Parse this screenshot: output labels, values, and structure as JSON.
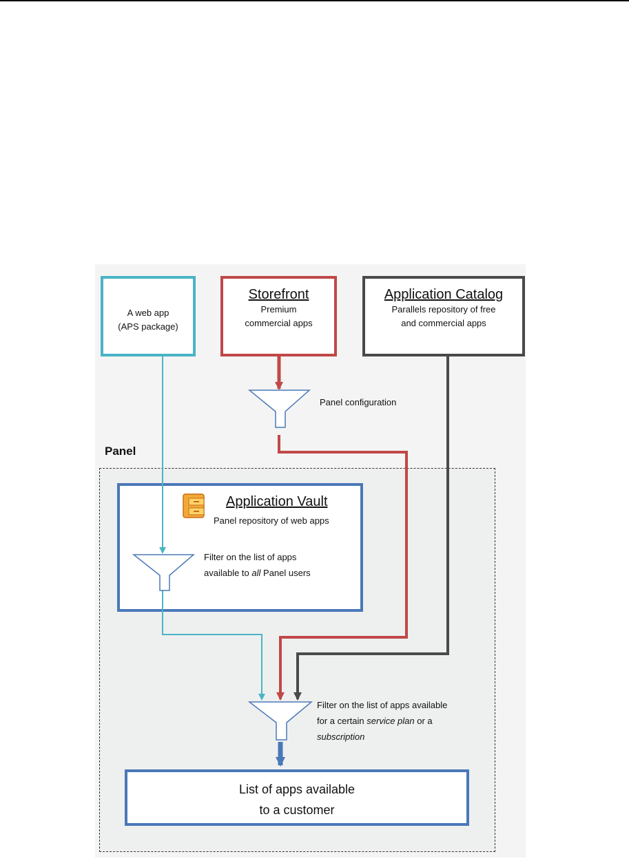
{
  "boxes": {
    "webapp": {
      "line1": "A web app",
      "line2": "(APS package)"
    },
    "storefront": {
      "title": "Storefront",
      "line1": "Premium",
      "line2": "commercial apps"
    },
    "catalog": {
      "title": "Application Catalog",
      "line1": "Parallels repository of free",
      "line2": "and commercial apps"
    },
    "vault": {
      "title": "Application Vault",
      "subtitle": "Panel repository of web apps"
    },
    "result": {
      "line1": "List of apps available",
      "line2": "to a customer"
    }
  },
  "panel_label": "Panel",
  "filters": {
    "config": {
      "label": "Panel configuration"
    },
    "vault": {
      "line1": "Filter on the list of apps",
      "line2_a": "available to ",
      "line2_em": "all",
      "line2_b": " Panel users"
    },
    "plan": {
      "line1": "Filter on the list of apps available",
      "line2_a": "for a certain ",
      "line2_em": "service plan",
      "line2_b": " or a",
      "line3_em": "subscription"
    }
  },
  "colors": {
    "webapp": "#4ab4c6",
    "storefront": "#c04848",
    "catalog": "#4a4a4a",
    "vault": "#4a78b8"
  }
}
